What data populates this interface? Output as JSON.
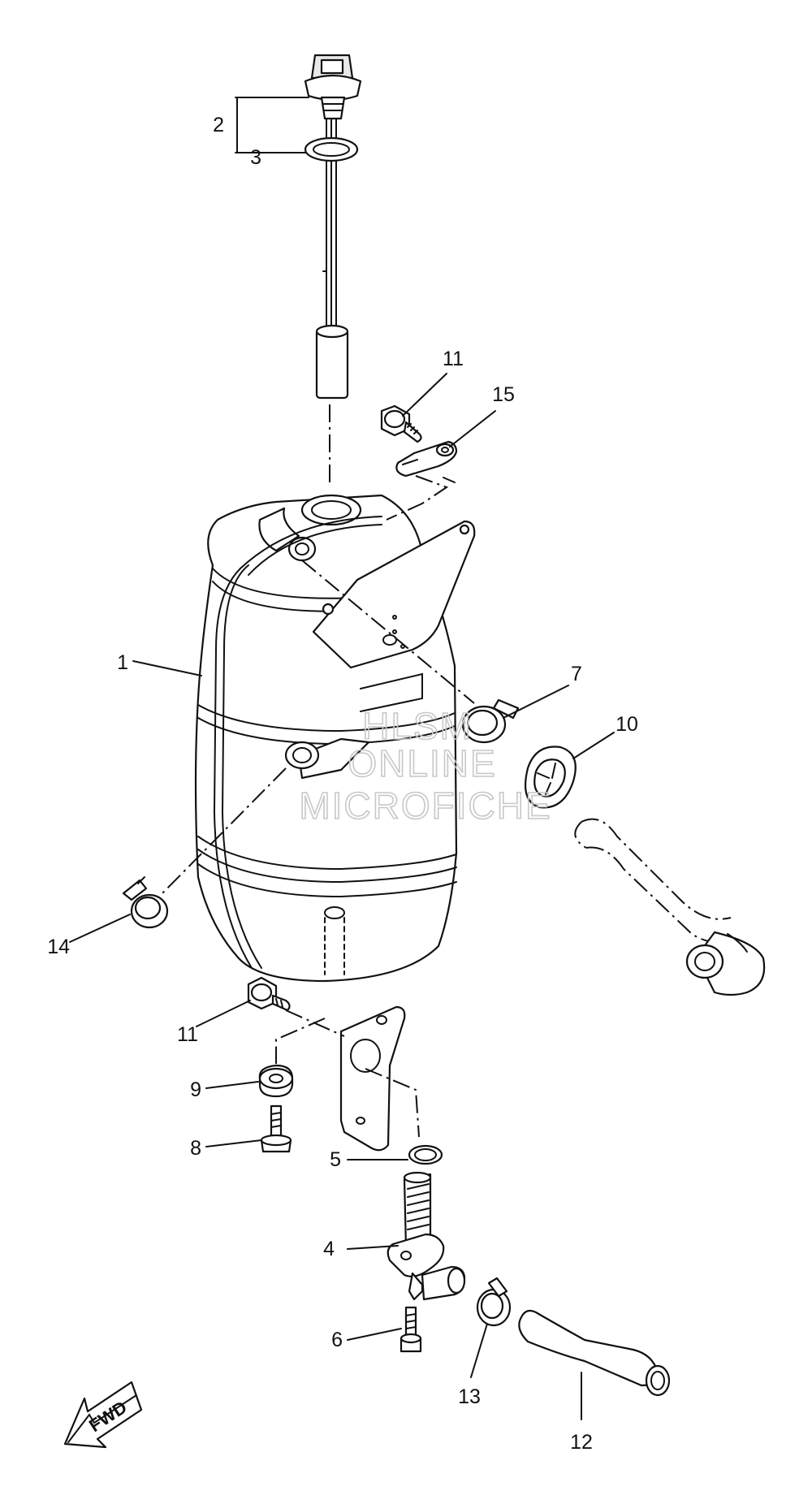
{
  "callouts": {
    "c1": "1",
    "c2": "2",
    "c3": "3",
    "c4": "4",
    "c5": "5",
    "c6": "6",
    "c7": "7",
    "c8": "8",
    "c9": "9",
    "c10": "10",
    "c11a": "11",
    "c11b": "11",
    "c12": "12",
    "c13": "13",
    "c14": "14",
    "c15": "15"
  },
  "watermark": {
    "line1": "HLSM",
    "line2": "ONLINE",
    "line3": "MICROFICHE"
  },
  "fwd_label": "FWD"
}
